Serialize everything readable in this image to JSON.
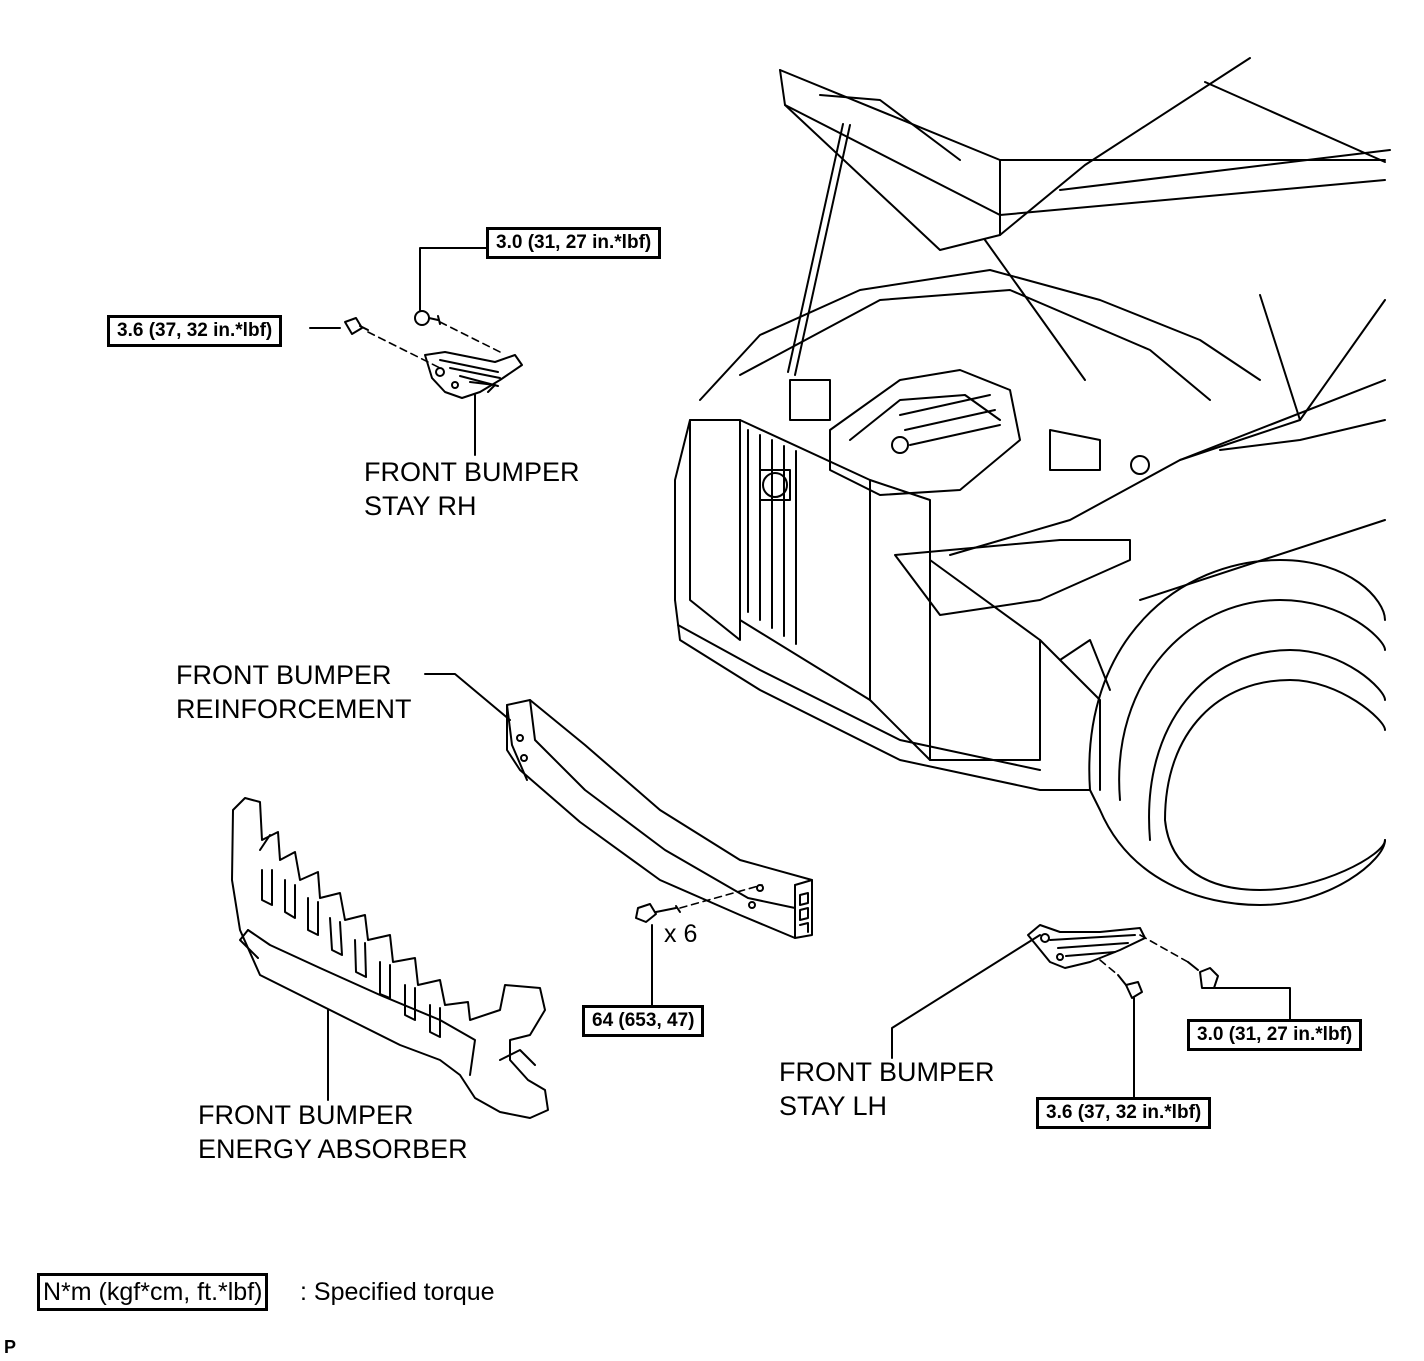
{
  "parts": {
    "stay_rh": [
      "FRONT BUMPER",
      "STAY RH"
    ],
    "reinforcement": [
      "FRONT BUMPER",
      "REINFORCEMENT"
    ],
    "energy_absorber": [
      "FRONT BUMPER",
      "ENERGY ABSORBER"
    ],
    "stay_lh": [
      "FRONT BUMPER",
      "STAY LH"
    ]
  },
  "torques": {
    "rh_upper": "3.0 (31, 27 in.*lbf)",
    "rh_side": "3.6 (37, 32 in.*lbf)",
    "reinforcement_bolt": "64 (653, 47)",
    "lh_upper": "3.0 (31, 27 in.*lbf)",
    "lh_lower": "3.6 (37, 32 in.*lbf)"
  },
  "quantity": "x 6",
  "legend": {
    "unit": "N*m (kgf*cm, ft.*lbf)",
    "description": ": Specified torque"
  },
  "footer_code": "P",
  "colors": {
    "ink": "#000000",
    "paper": "#ffffff"
  }
}
